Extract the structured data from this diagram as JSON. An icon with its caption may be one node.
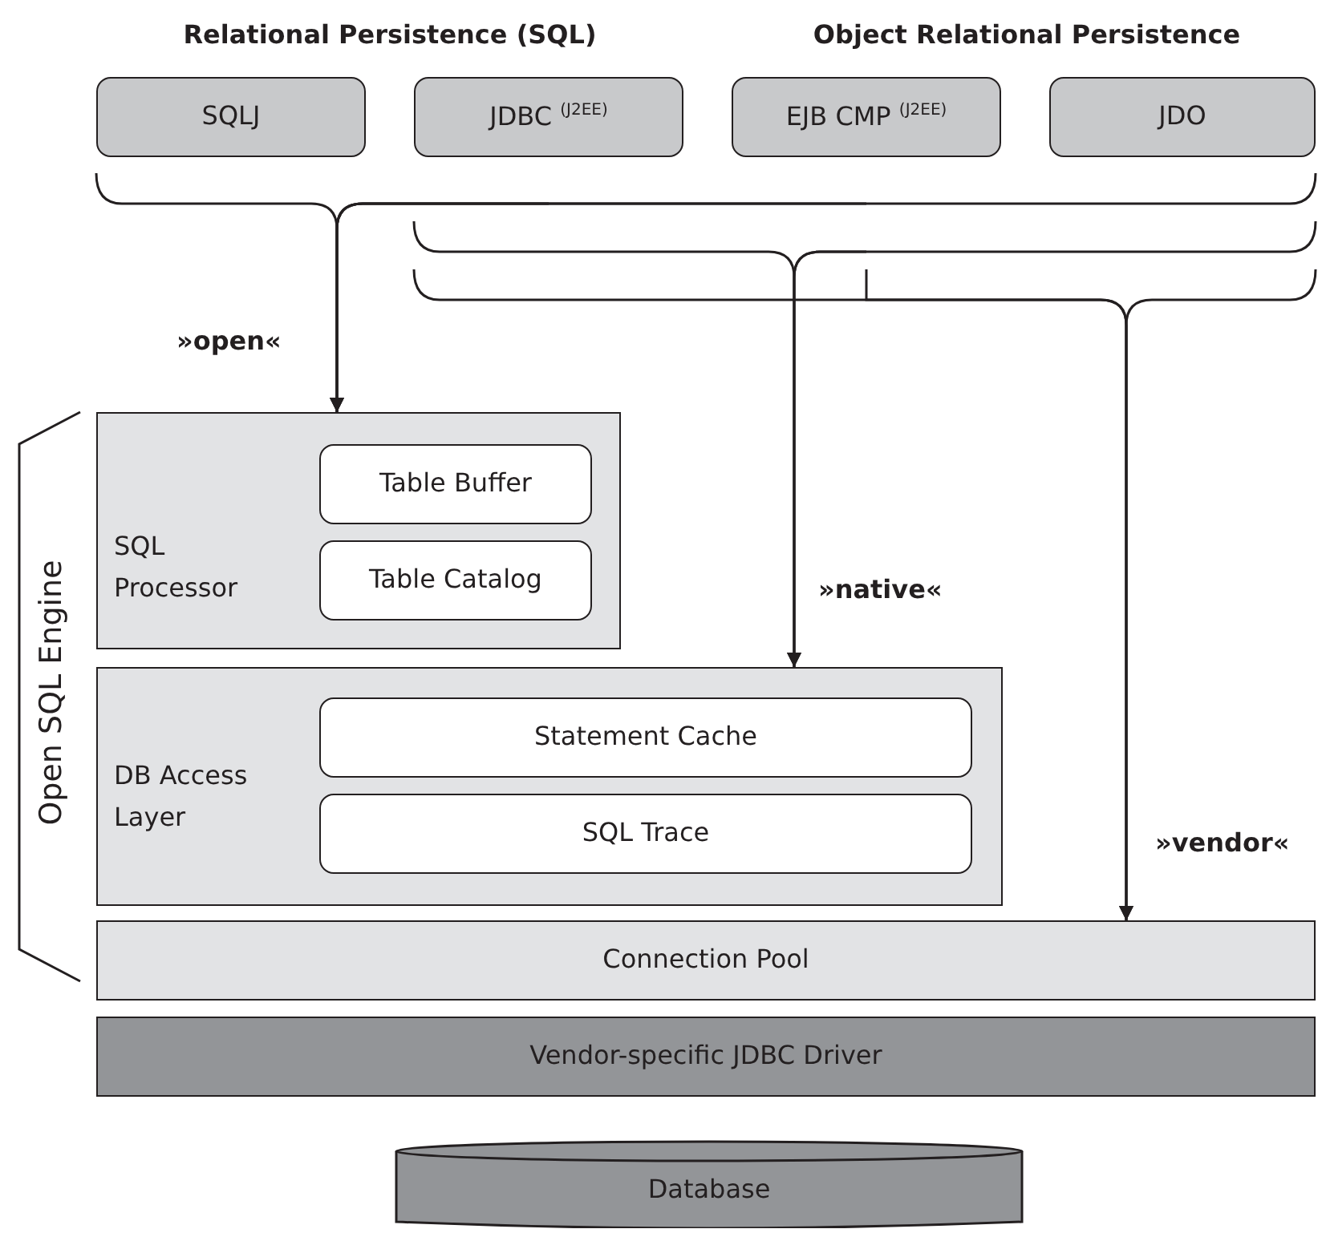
{
  "diagram": {
    "nodes": [
      {
        "text": [
          "SQLJ"
        ]
      },
      {
        "text": [
          "JDBC $^{(J2EE)}$"
        ]
      },
      {
        "text": [
          "EJB CMP $^{(J2EE)}$"
        ]
      },
      {
        "text": [
          "JDO"
        ]
      },
      {
        "text": [
          "SQL Processor"
        ]
      },
      {
        "text": [
          "Table Buffer"
        ],
        "in": 4
      },
      {
        "text": [
          "Table Catalog"
        ],
        "in": 4
      },
      {
        "text": [
          "DB Access Layer"
        ]
      },
      {
        "text": [
          "Statement Cache"
        ],
        "in": 7
      },
      {
        "text": [
          "SQL Trace"
        ],
        "in": 7
      },
      {
        "text": [
          "Connection Pool"
        ]
      },
      {
        "text": [
          "Vendor-specific JDBC Driver"
        ]
      },
      {
        "text": [
          "Database"
        ]
      }
    ],
    "edges": [
      {
        "from": 0,
        "to": 4,
        "arrow": "to",
        "label": "»open«"
      },
      {
        "from": 1,
        "to": 4,
        "arrow": "to"
      },
      {
        "from": 2,
        "to": 4,
        "arrow": "to"
      },
      {
        "from": 3,
        "to": 4,
        "arrow": "to"
      },
      {
        "from": 1,
        "to": 7,
        "arrow": "to",
        "label": "»native«"
      },
      {
        "from": 2,
        "to": 7,
        "arrow": "to"
      },
      {
        "from": 3,
        "to": 7,
        "arrow": "to"
      },
      {
        "from": 1,
        "to": 10,
        "arrow": "to",
        "label": "»vendor«"
      },
      {
        "from": 2,
        "to": 10,
        "arrow": "to"
      },
      {
        "from": 3,
        "to": 10,
        "arrow": "to"
      }
    ],
    "labels": [
      "Relational Persistence (SQL)",
      "Object Relational Persistence",
      "Open SQL Engine"
    ]
  }
}
